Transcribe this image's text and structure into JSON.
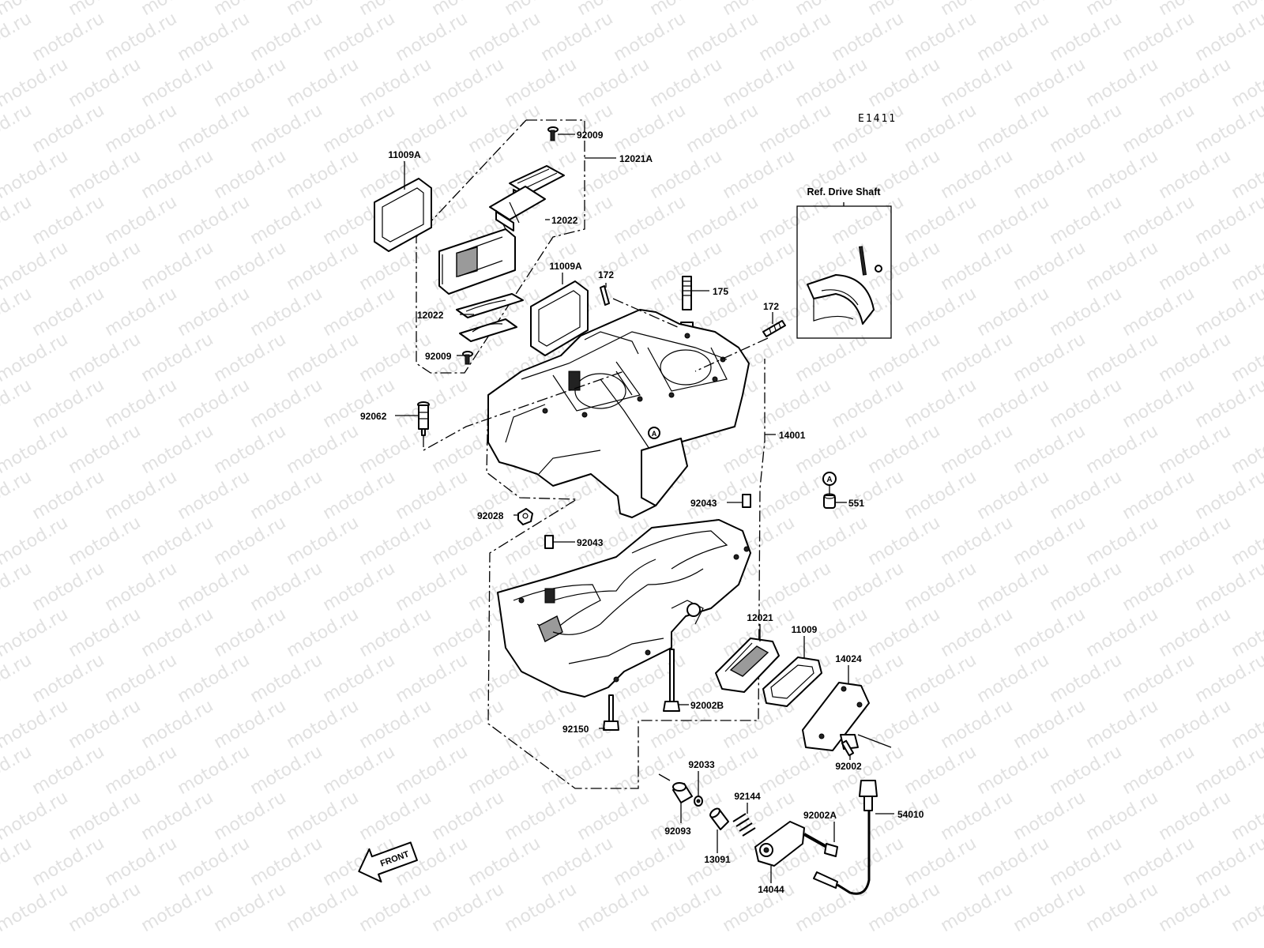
{
  "diagram": {
    "code": "E1411",
    "watermark": "motod.ru",
    "ref_box_title": "Ref. Drive Shaft",
    "front_label": "FRONT",
    "circle_marker": "A",
    "callouts": [
      {
        "id": "c-92009-top",
        "text": "92009"
      },
      {
        "id": "c-12021A",
        "text": "12021A"
      },
      {
        "id": "c-11009A-left",
        "text": "11009A"
      },
      {
        "id": "c-12022-top",
        "text": "12022"
      },
      {
        "id": "c-11009A-mid",
        "text": "11009A"
      },
      {
        "id": "c-172-left",
        "text": "172"
      },
      {
        "id": "c-175",
        "text": "175"
      },
      {
        "id": "c-12022-bot",
        "text": "12022"
      },
      {
        "id": "c-92009-bot",
        "text": "92009"
      },
      {
        "id": "c-172-right",
        "text": "172"
      },
      {
        "id": "c-92062",
        "text": "92062"
      },
      {
        "id": "c-14001",
        "text": "14001"
      },
      {
        "id": "c-551",
        "text": "551"
      },
      {
        "id": "c-92028",
        "text": "92028"
      },
      {
        "id": "c-92043-right",
        "text": "92043"
      },
      {
        "id": "c-92043-left",
        "text": "92043"
      },
      {
        "id": "c-12021",
        "text": "12021"
      },
      {
        "id": "c-11009",
        "text": "11009"
      },
      {
        "id": "c-14024",
        "text": "14024"
      },
      {
        "id": "c-92002B",
        "text": "92002B"
      },
      {
        "id": "c-92150",
        "text": "92150"
      },
      {
        "id": "c-92002",
        "text": "92002"
      },
      {
        "id": "c-92033",
        "text": "92033"
      },
      {
        "id": "c-92144",
        "text": "92144"
      },
      {
        "id": "c-92002A",
        "text": "92002A"
      },
      {
        "id": "c-54010",
        "text": "54010"
      },
      {
        "id": "c-92093",
        "text": "92093"
      },
      {
        "id": "c-13091",
        "text": "13091"
      },
      {
        "id": "c-14044",
        "text": "14044"
      }
    ]
  }
}
